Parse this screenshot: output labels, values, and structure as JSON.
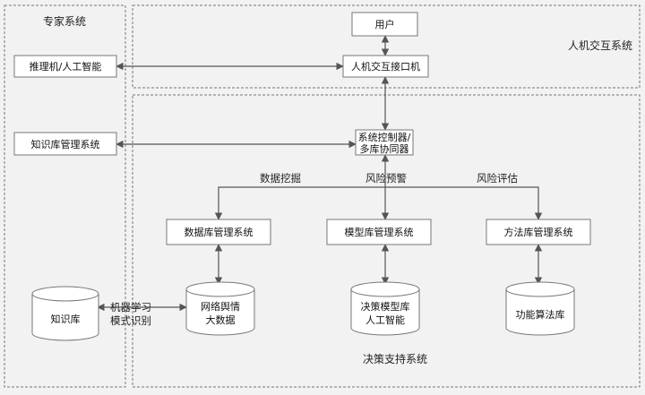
{
  "panels": {
    "expert": "专家系统",
    "hci": "人机交互系统",
    "dss": "决策支持系统"
  },
  "nodes": {
    "user": "用户",
    "hci_interface": "人机交互接口机",
    "inference": "推理机/人工智能",
    "kb_mgmt": "知识库管理系统",
    "controller_line1": "系统控制器/",
    "controller_line2": "多库协同器",
    "db_mgmt": "数据库管理系统",
    "model_mgmt": "模型库管理系统",
    "method_mgmt": "方法库管理系统",
    "kb_store": "知识库",
    "net_data_line1": "网络舆情",
    "net_data_line2": "大数据",
    "model_store_line1": "决策模型库",
    "model_store_line2": "人工智能",
    "algo_store": "功能算法库"
  },
  "edges": {
    "data_mining": "数据挖掘",
    "risk_warning": "风险预警",
    "risk_eval": "风险评估",
    "ml_line1": "机器学习",
    "ml_line2": "模式识别"
  },
  "colors": {
    "line": "#555555",
    "dashed_border": "#777777",
    "box_fill": "#ffffff"
  }
}
